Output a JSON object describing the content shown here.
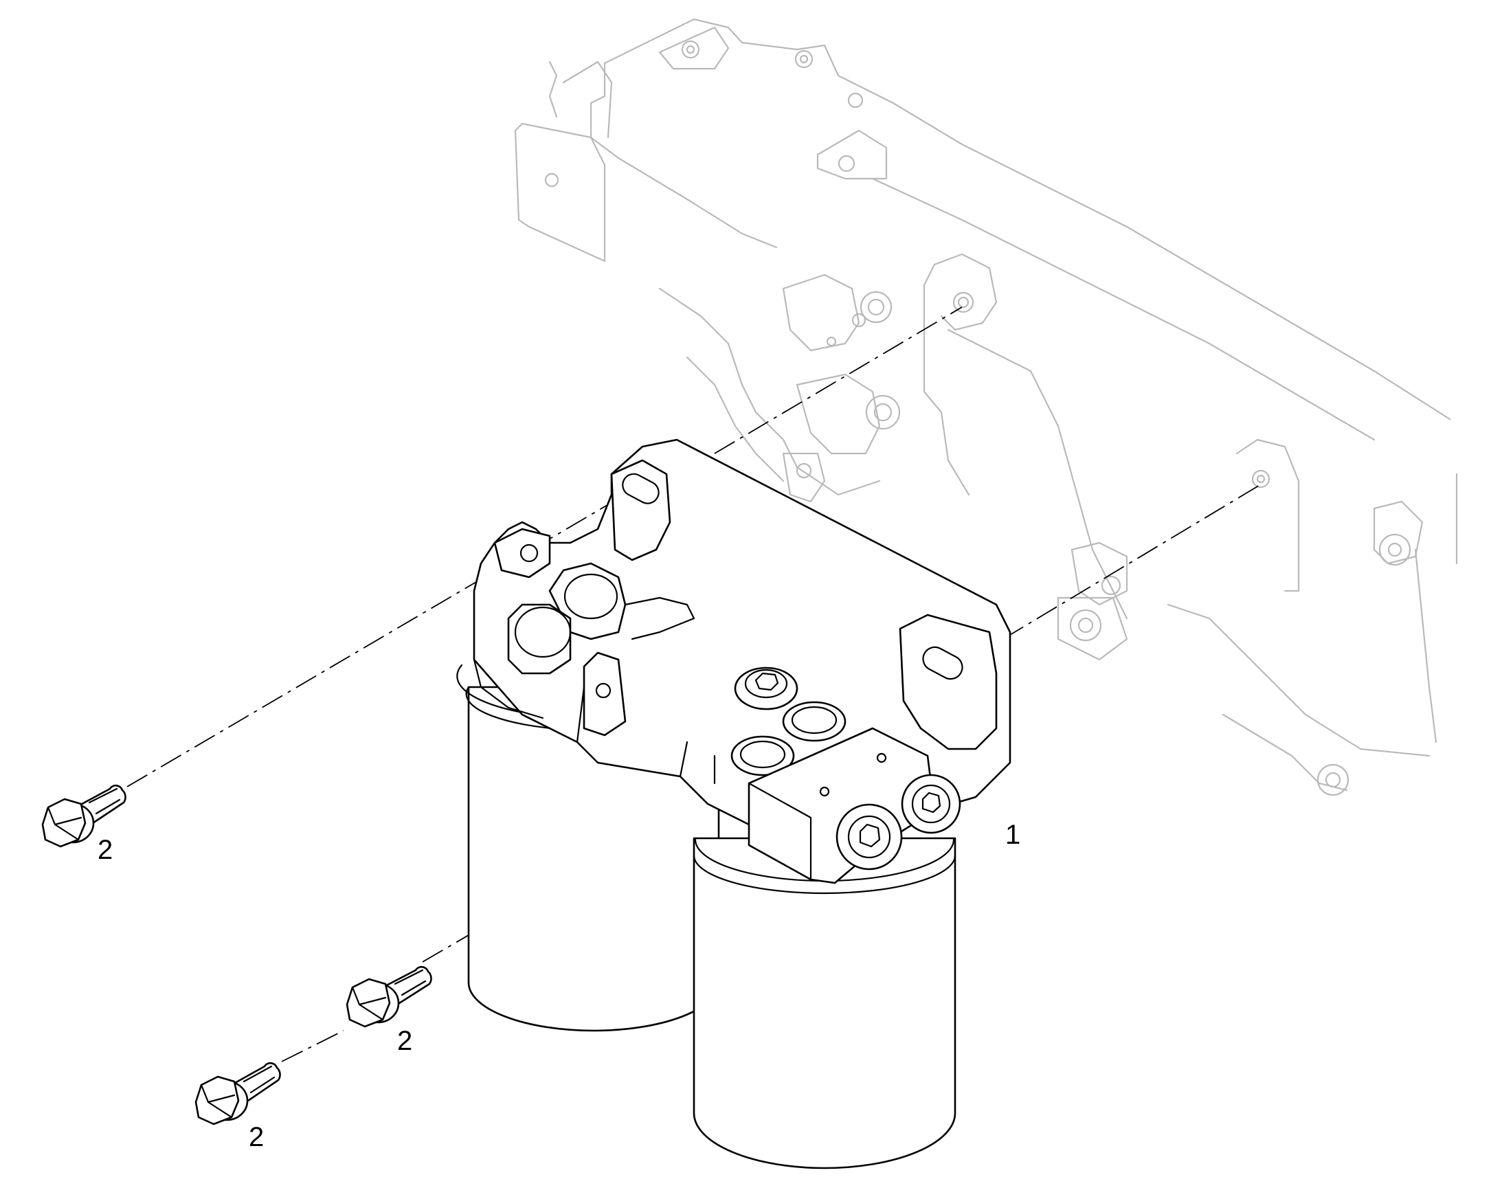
{
  "callouts": {
    "filter_assembly": "1",
    "bolt_upper_left": "2",
    "bolt_middle": "2",
    "bolt_lower_left": "2"
  },
  "colors": {
    "part_stroke": "#000000",
    "ghost_stroke": "#b9b9b9",
    "background": "#ffffff"
  }
}
